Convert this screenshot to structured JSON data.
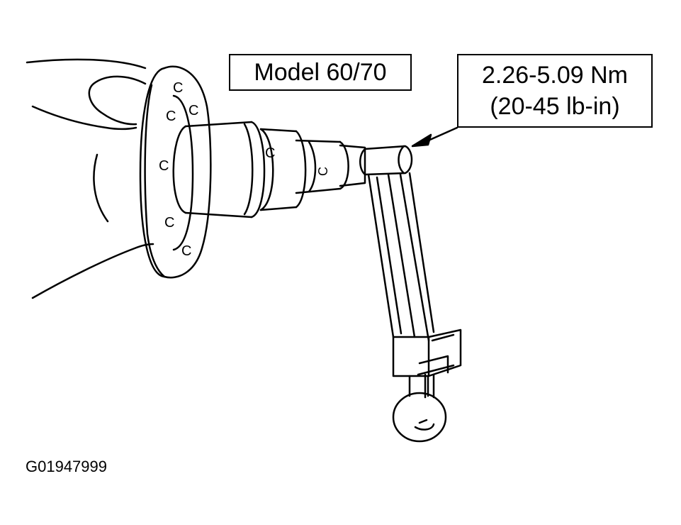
{
  "labels": {
    "model": "Model 60/70",
    "torque_nm": "2.26-5.09 Nm",
    "torque_lbin": "(20-45 lb-in)"
  },
  "figure_id": "G01947999",
  "colors": {
    "line": "#000000",
    "background": "#ffffff"
  }
}
